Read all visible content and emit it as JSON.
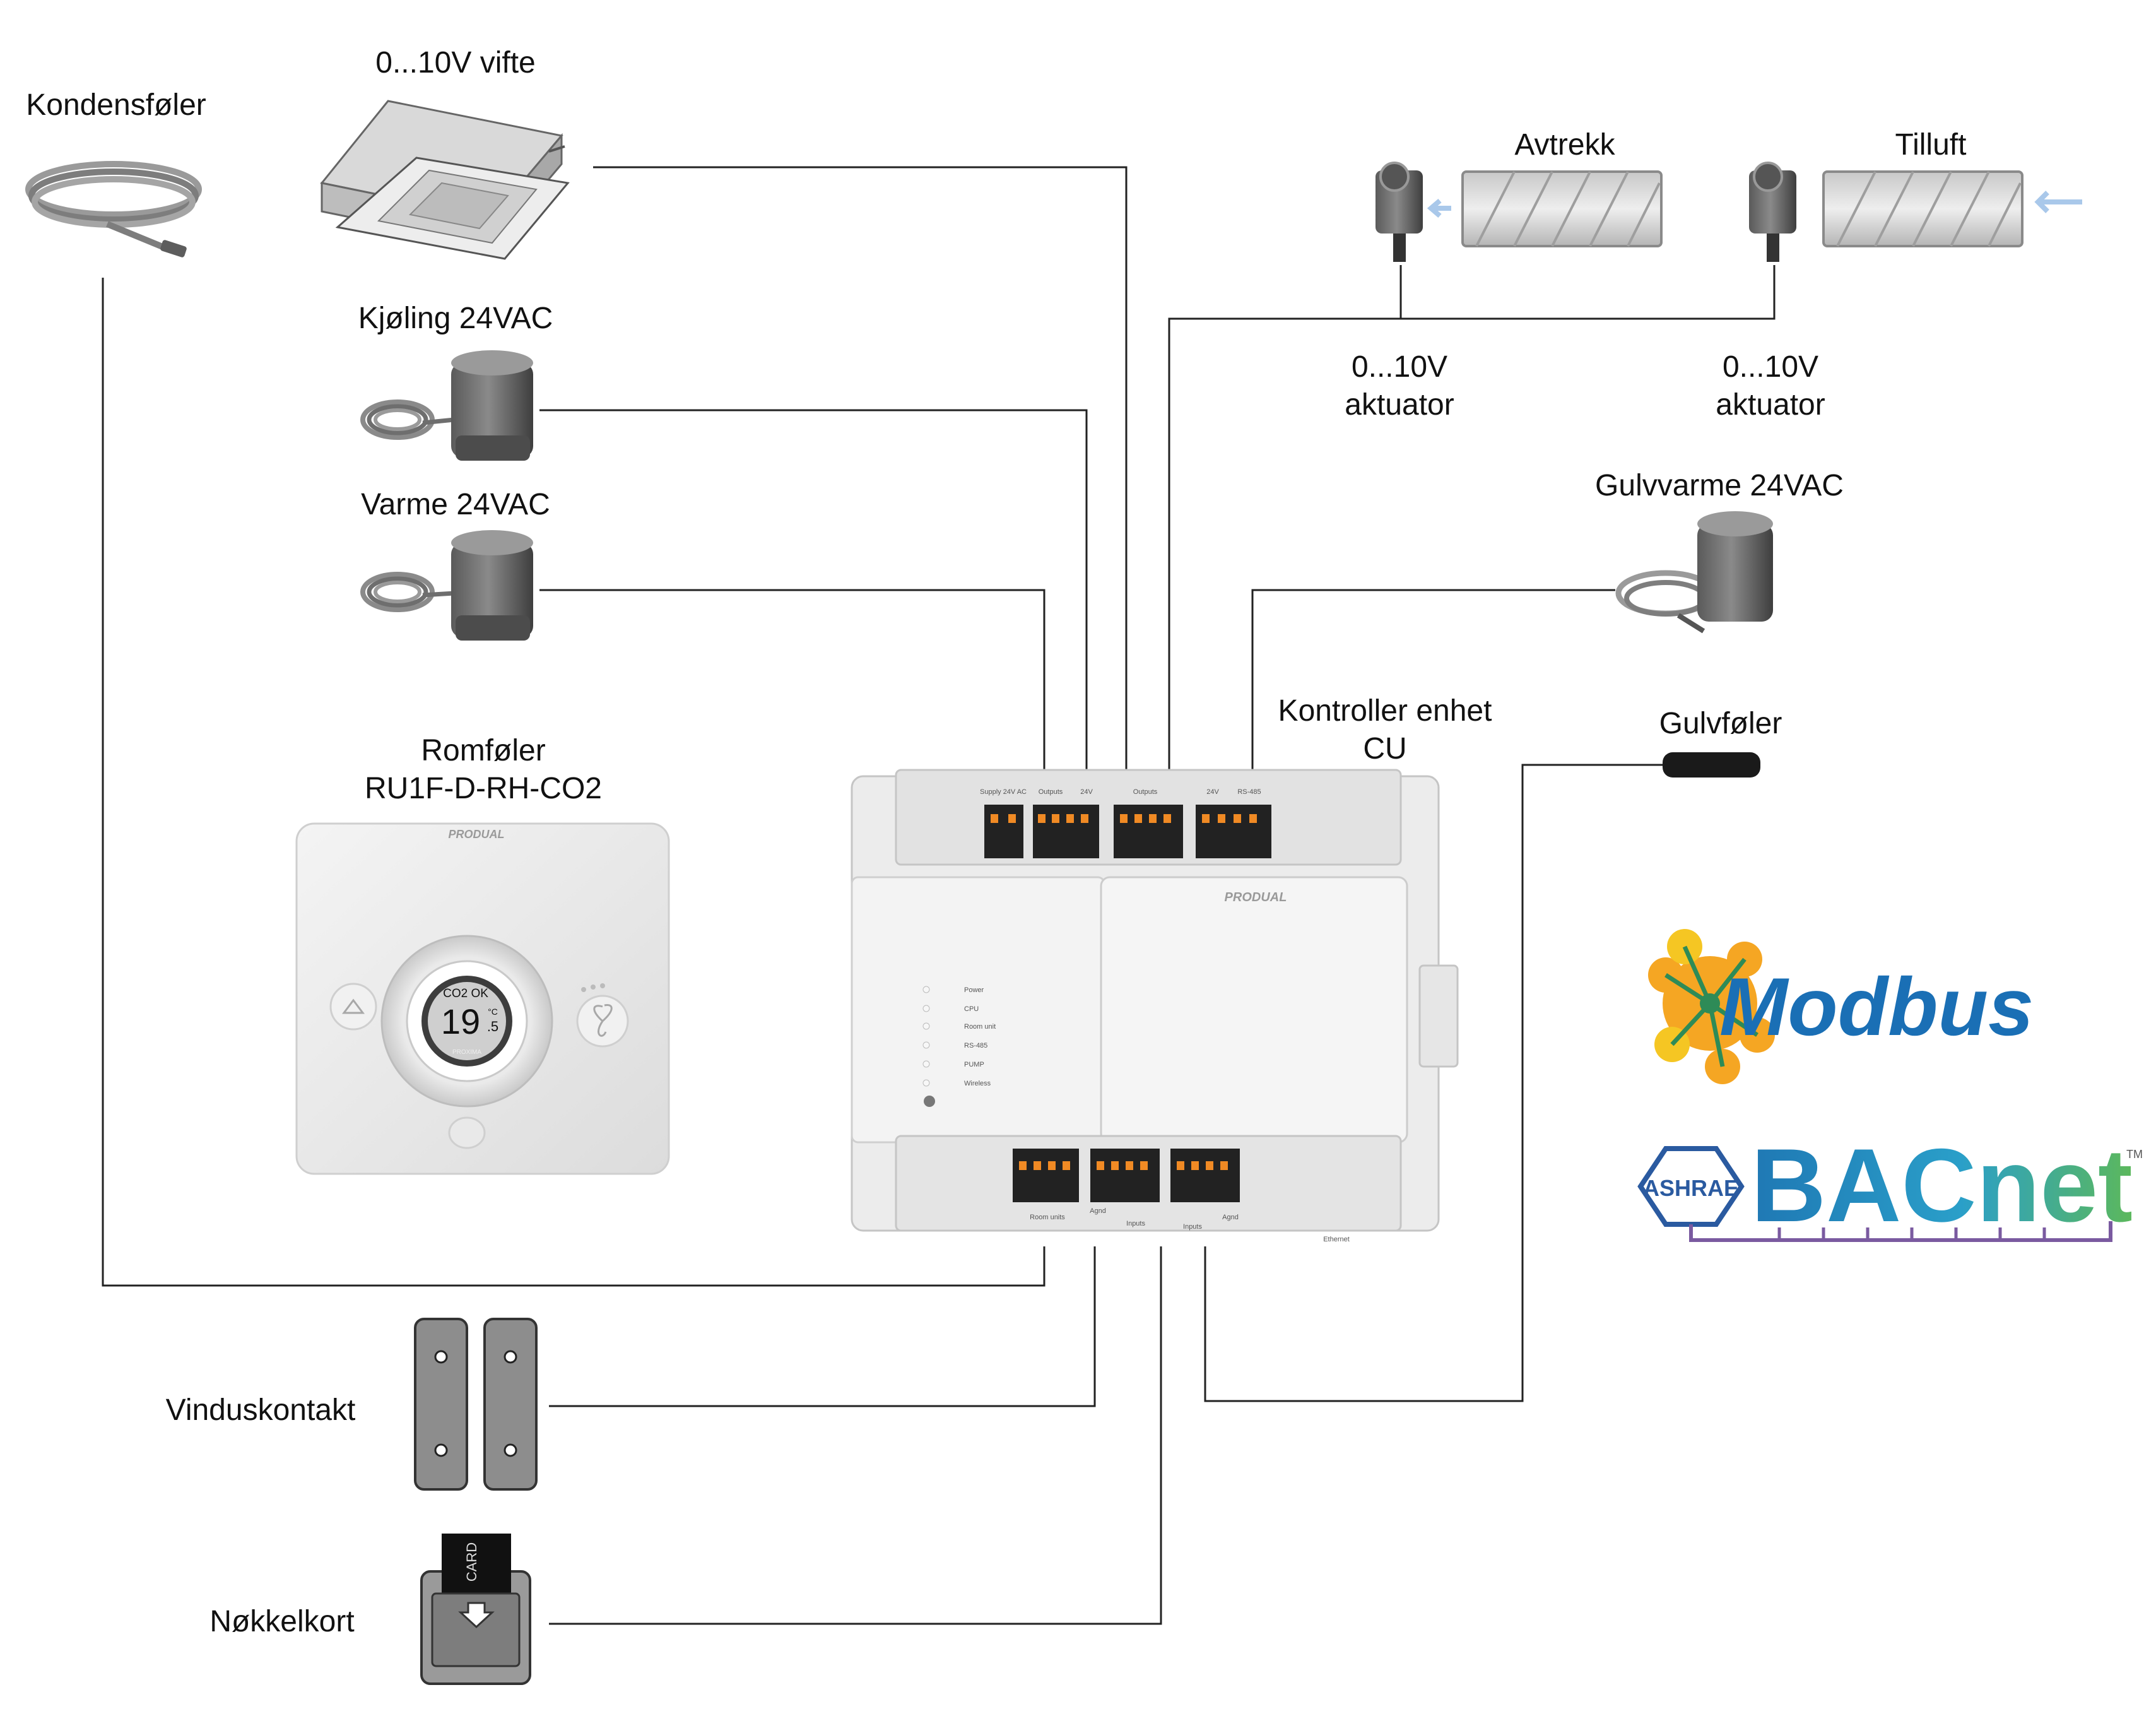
{
  "labels": {
    "kondensfoler": "Kondensføler",
    "vifte": "0...10V vifte",
    "kjoling": "Kjøling 24VAC",
    "varme": "Varme 24VAC",
    "romfoler_1": "Romføler",
    "romfoler_2": "RU1F-D-RH-CO2",
    "kontroller_1": "Kontroller enhet",
    "kontroller_2": "CU",
    "avtrekk": "Avtrekk",
    "tilluft": "Tilluft",
    "aktuator_left_1": "0...10V",
    "aktuator_left_2": "aktuator",
    "aktuator_right_1": "0...10V",
    "aktuator_right_2": "aktuator",
    "gulvvarme": "Gulvvarme 24VAC",
    "gulvfoler": "Gulvføler",
    "vinduskontakt": "Vinduskontakt",
    "nokkelkort": "Nøkkelkort"
  },
  "logos": {
    "modbus": "Modbus",
    "bacnet": "BACnet",
    "bacnet_tm": "TM",
    "ashrae": "ASHRAE"
  },
  "devices": {
    "brand": "PRODUAL",
    "thermostat_status": "CO2 OK",
    "thermostat_temp": "19",
    "thermostat_decimal": ".5",
    "thermostat_unit": "°C",
    "thermostat_model": "PROXIMA",
    "card_text": "CARD",
    "leds": [
      "Power",
      "CPU",
      "Room unit",
      "RS-485",
      "PUMP",
      "Wireless"
    ],
    "terminal_top": [
      "Supply 24V AC",
      "Outputs",
      "24V",
      "Outputs",
      "24V",
      "RS-485"
    ],
    "terminal_bottom": [
      "Room units",
      "Agnd",
      "Inputs",
      "Inputs",
      "Agnd"
    ],
    "ethernet": "Ethernet"
  },
  "colors": {
    "line": "#222222",
    "modbus_blue": "#1a6fb5",
    "modbus_orange": "#f5a623",
    "bacnet_blue": "#1f78b4",
    "bacnet_green": "#5cb85c",
    "ashrae_blue": "#2a5aa0"
  }
}
